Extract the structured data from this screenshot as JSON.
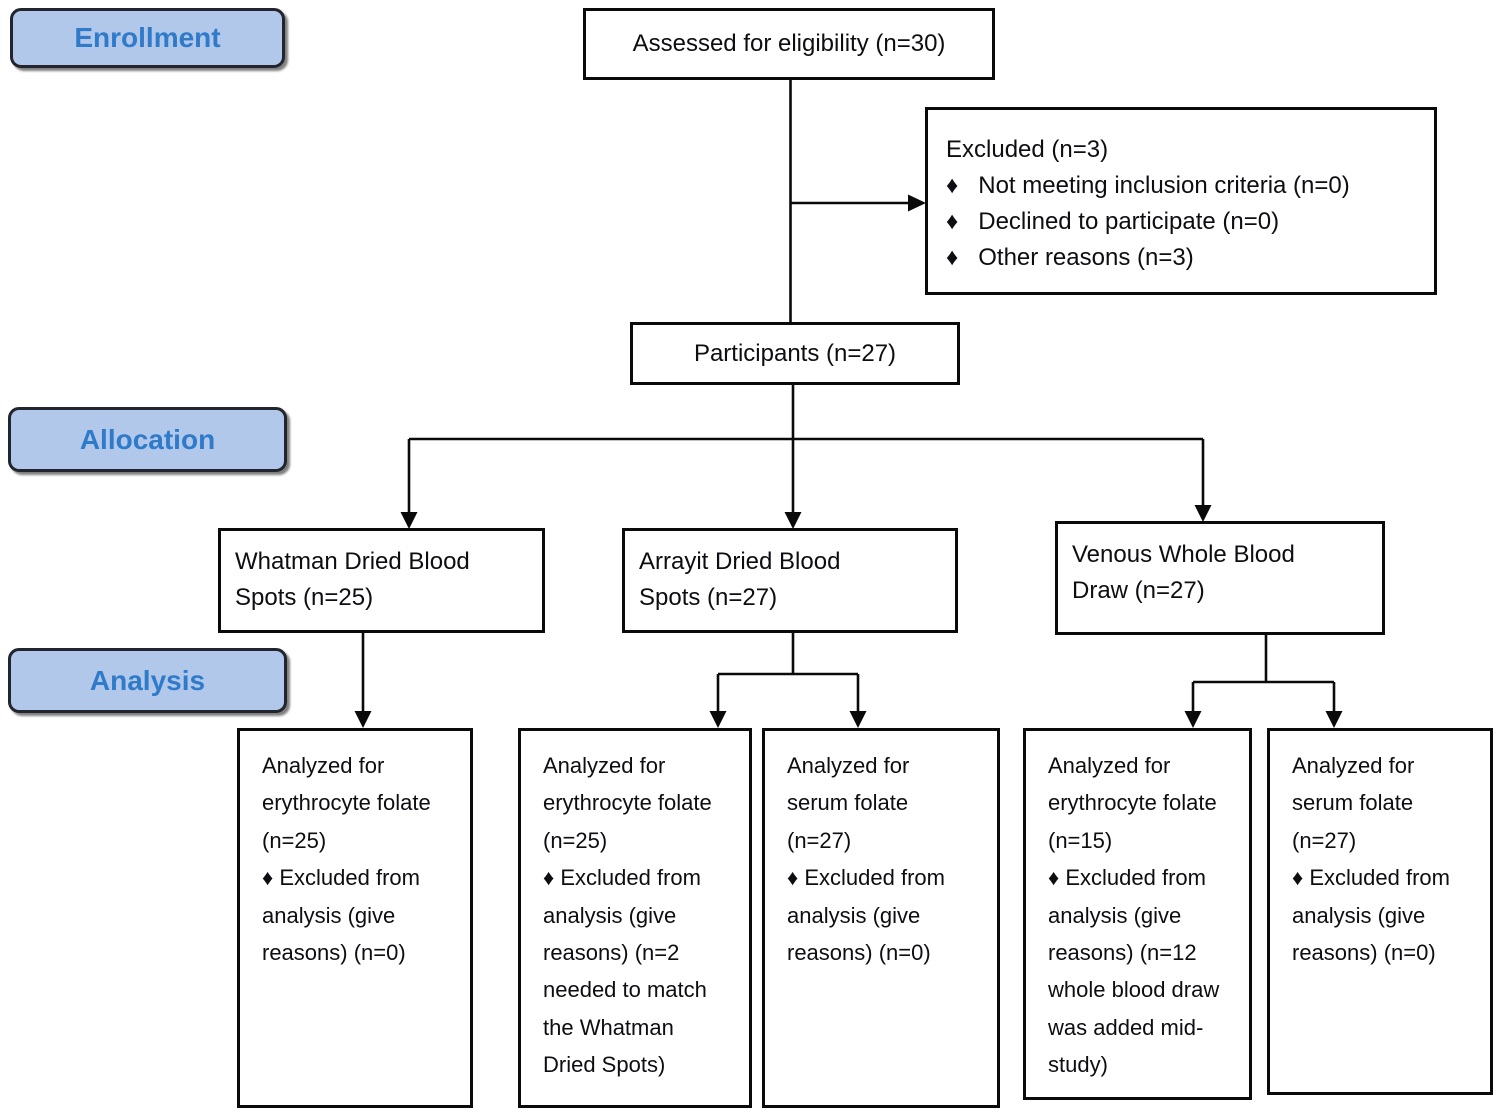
{
  "colors": {
    "stage_fill": "#b1c8ea",
    "stage_text": "#2f7ac9",
    "stage_border": "#23252e",
    "box_border": "#0a0a0a",
    "connector": "#0a0a0a"
  },
  "stages": {
    "enrollment": "Enrollment",
    "allocation": "Allocation",
    "analysis": "Analysis"
  },
  "boxes": {
    "assessed": "Assessed for eligibility (n=30)",
    "excluded": "Excluded (n=3)\n♦   Not meeting inclusion criteria (n=0)\n♦   Declined to participate (n=0)\n♦   Other reasons (n=3)",
    "participants": "Participants (n=27)",
    "whatman": "Whatman Dried Blood\nSpots (n=25)",
    "arrayit": "Arrayit Dried Blood\nSpots (n=27)",
    "venous": "Venous Whole Blood\nDraw (n=27)",
    "analysis_whatman_rbc": "Analyzed for\nerythrocyte folate\n(n=25)\n♦ Excluded from\nanalysis (give\nreasons) (n=0)",
    "analysis_arrayit_rbc": "Analyzed for\nerythrocyte folate\n(n=25)\n♦ Excluded from\nanalysis (give\nreasons) (n=2\nneeded to match\nthe Whatman\nDried Spots)",
    "analysis_arrayit_serum": "Analyzed for\nserum folate\n(n=27)\n♦ Excluded from\nanalysis (give\nreasons) (n=0)",
    "analysis_venous_rbc": "Analyzed for\nerythrocyte folate\n(n=15)\n♦ Excluded from\nanalysis (give\nreasons) (n=12\nwhole blood draw\nwas added mid-\nstudy)",
    "analysis_venous_serum": "Analyzed for\nserum folate\n(n=27)\n♦ Excluded from\nanalysis (give\nreasons) (n=0)"
  }
}
